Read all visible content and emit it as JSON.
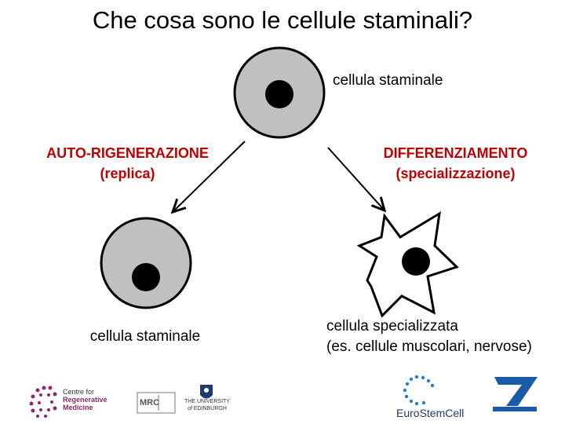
{
  "title": "Che cosa sono le cellule staminali?",
  "top_cell_label": "cellula staminale",
  "left_process": {
    "title": "AUTO-RIGENERAZIONE",
    "subtitle": "(replica)"
  },
  "right_process": {
    "title": "DIFFERENZIAMENTO",
    "subtitle": "(specializzazione)"
  },
  "bottom_left_label": "cellula staminale",
  "bottom_right_label": {
    "line1": "cellula specializzata",
    "line2": "(es. cellule muscolari, nervose)"
  },
  "logos": {
    "crm": {
      "line1": "Centre for",
      "line2": "Regenerative",
      "line3": "Medicine"
    },
    "mrc": "MRC",
    "edinburgh": {
      "line1": "THE UNIVERSITY",
      "line2": "of EDINBURGH"
    },
    "eurostemcell": "EuroStemCell"
  },
  "colors": {
    "title_red": "#c00000",
    "cell_fill": "#c0c0c0",
    "nucleus": "#000000",
    "purple": "#8b2a6e",
    "blue": "#1a5aa8"
  }
}
